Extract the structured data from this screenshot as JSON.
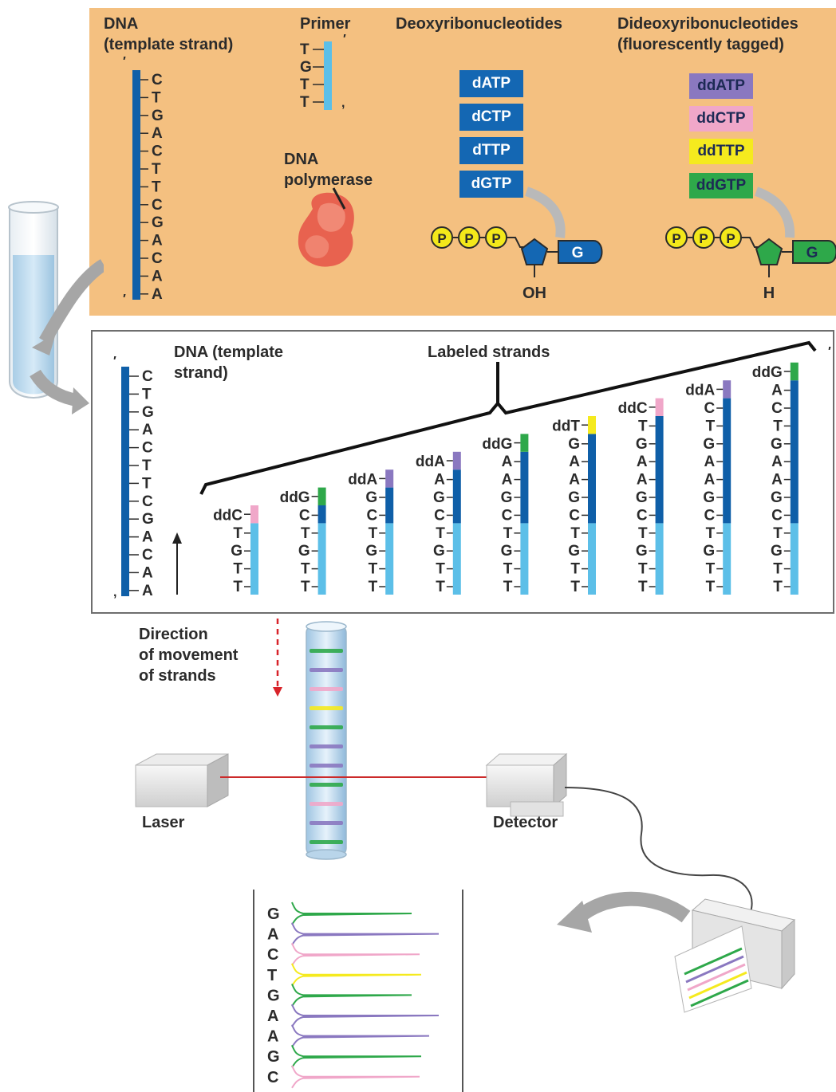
{
  "top": {
    "template_title_1": "DNA",
    "template_title_2": "(template strand)",
    "template_sequence": [
      "C",
      "T",
      "G",
      "A",
      "C",
      "T",
      "T",
      "C",
      "G",
      "A",
      "C",
      "A",
      "A"
    ],
    "primer_title": "Primer",
    "primer_sequence": [
      "T",
      "G",
      "T",
      "T"
    ],
    "polymerase_label_1": "DNA",
    "polymerase_label_2": "polymerase",
    "deoxy_title": "Deoxyribonucleotides",
    "deoxy_items": [
      "dATP",
      "dCTP",
      "dTTP",
      "dGTP"
    ],
    "dideoxy_title_1": "Dideoxyribonucleotides",
    "dideoxy_title_2": "(fluorescently tagged)",
    "dideoxy_items": [
      "ddATP",
      "ddCTP",
      "ddTTP",
      "ddGTP"
    ],
    "phosphate_symbol": "P",
    "base_label": "G",
    "deoxy_group": "OH",
    "dideoxy_group": "H"
  },
  "middle": {
    "template_title_1": "DNA (template",
    "template_title_2": "strand)",
    "template_sequence": [
      "C",
      "T",
      "G",
      "A",
      "C",
      "T",
      "T",
      "C",
      "G",
      "A",
      "C",
      "A",
      "A"
    ],
    "labeled_title": "Labeled strands",
    "strands": [
      {
        "cap": "ddC",
        "bases": [
          "T",
          "G",
          "T",
          "T"
        ]
      },
      {
        "cap": "ddG",
        "bases": [
          "C",
          "T",
          "G",
          "T",
          "T"
        ]
      },
      {
        "cap": "ddA",
        "bases": [
          "G",
          "C",
          "T",
          "G",
          "T",
          "T"
        ]
      },
      {
        "cap": "ddA",
        "bases": [
          "A",
          "G",
          "C",
          "T",
          "G",
          "T",
          "T"
        ]
      },
      {
        "cap": "ddG",
        "bases": [
          "A",
          "A",
          "G",
          "C",
          "T",
          "G",
          "T",
          "T"
        ]
      },
      {
        "cap": "ddT",
        "bases": [
          "G",
          "A",
          "A",
          "G",
          "C",
          "T",
          "G",
          "T",
          "T"
        ]
      },
      {
        "cap": "ddC",
        "bases": [
          "T",
          "G",
          "A",
          "A",
          "G",
          "C",
          "T",
          "G",
          "T",
          "T"
        ]
      },
      {
        "cap": "ddA",
        "bases": [
          "C",
          "T",
          "G",
          "A",
          "A",
          "G",
          "C",
          "T",
          "G",
          "T",
          "T"
        ]
      },
      {
        "cap": "ddG",
        "bases": [
          "A",
          "C",
          "T",
          "G",
          "A",
          "A",
          "G",
          "C",
          "T",
          "G",
          "T",
          "T"
        ]
      }
    ]
  },
  "bottom": {
    "direction_1": "Direction",
    "direction_2": "of movement",
    "direction_3": "of strands",
    "laser_label": "Laser",
    "detector_label": "Detector",
    "readout_sequence": [
      "G",
      "A",
      "C",
      "T",
      "G",
      "A",
      "A",
      "G",
      "C"
    ]
  },
  "colors": {
    "ddA": "#8a78c0",
    "ddC": "#f0a7c9",
    "ddT": "#f5ea1e",
    "ddG": "#2ea84a",
    "dark_blue": "#0f5fa8",
    "light_blue": "#5cbfe8",
    "panel_orange": "#f4c080"
  }
}
